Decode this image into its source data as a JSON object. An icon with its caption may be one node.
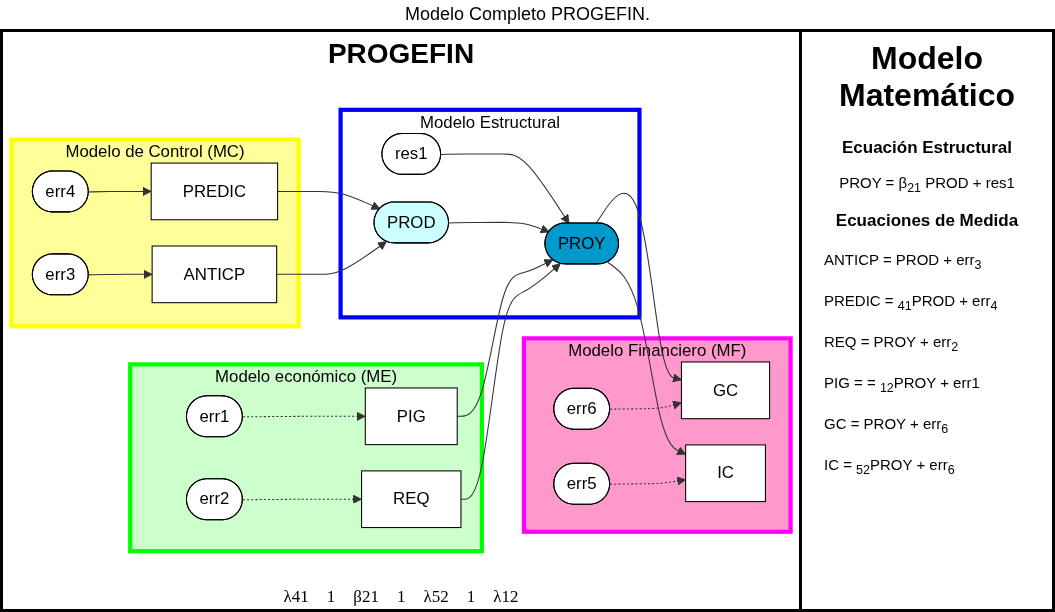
{
  "diagram": {
    "title": "Modelo Completo PROGEFIN.",
    "nodes": [
      {
        "text": [
          "Modelo de Control (MC)"
        ]
      },
      {
        "text": [
          "err4"
        ],
        "in": 0
      },
      {
        "text": [
          "PREDIC"
        ],
        "in": 0
      },
      {
        "text": [
          "err3"
        ],
        "in": 0
      },
      {
        "text": [
          "ANTICP"
        ],
        "in": 0
      },
      {
        "text": [
          "Modelo Estructural"
        ]
      },
      {
        "text": [
          "res1"
        ],
        "in": 5
      },
      {
        "text": [
          "PROD"
        ],
        "in": 5
      },
      {
        "text": [
          "PROY"
        ],
        "in": 5
      },
      {
        "text": [
          "Modelo Financiero (MF)"
        ]
      },
      {
        "text": [
          "GC"
        ],
        "in": 9
      },
      {
        "text": [
          "err6"
        ],
        "in": 9
      },
      {
        "text": [
          "IC"
        ],
        "in": 9
      },
      {
        "text": [
          "err5"
        ],
        "in": 9
      },
      {
        "text": [
          "Modelo económico (ME)"
        ]
      },
      {
        "text": [
          "PIG"
        ],
        "in": 14
      },
      {
        "text": [
          "REQ"
        ],
        "in": 14
      },
      {
        "text": [
          "err1"
        ],
        "in": 14
      },
      {
        "text": [
          "err2"
        ],
        "in": 14
      }
    ],
    "edges": [
      {
        "from": 1,
        "to": 2,
        "arrow": "to"
      },
      {
        "from": 3,
        "to": 4,
        "arrow": "to"
      },
      {
        "from": 2,
        "to": 7,
        "arrow": "to"
      },
      {
        "from": 4,
        "to": 7,
        "arrow": "to"
      },
      {
        "from": 6,
        "to": 8,
        "arrow": "to"
      },
      {
        "from": 7,
        "to": 8,
        "arrow": "to"
      },
      {
        "from": 8,
        "to": 10,
        "arrow": "to"
      },
      {
        "from": 8,
        "to": 12,
        "arrow": "to"
      },
      {
        "from": 11,
        "to": 10,
        "arrow": "to",
        "style": "dashed"
      },
      {
        "from": 13,
        "to": 12,
        "arrow": "to",
        "style": "dashed"
      },
      {
        "from": 15,
        "to": 8,
        "arrow": "to"
      },
      {
        "from": 16,
        "to": 8,
        "arrow": "to"
      },
      {
        "from": 17,
        "to": 15,
        "arrow": "to",
        "style": "dashed"
      },
      {
        "from": 18,
        "to": 16,
        "arrow": "to",
        "style": "dashed"
      }
    ],
    "labels": [
      "PROGEFIN",
      "λ41",
      "1",
      "β21",
      "1",
      "λ52",
      "1",
      "λ12",
      "Modelo Matemático",
      "Ecuación Estructural",
      "PROY = β$_{21}$ PROD + res1",
      "Ecuaciones de Medida",
      "ANTICP = PROD + err$_{3}$",
      "PREDIC = $_{41}$PROD + err$_{4}$",
      "REQ = PROY + err$_{2}$",
      "PIG = = $_{12}$PROY + err1",
      "GC = PROY + err$_{6}$",
      "IC = $_{52}$PROY + err$_{6}$"
    ]
  }
}
